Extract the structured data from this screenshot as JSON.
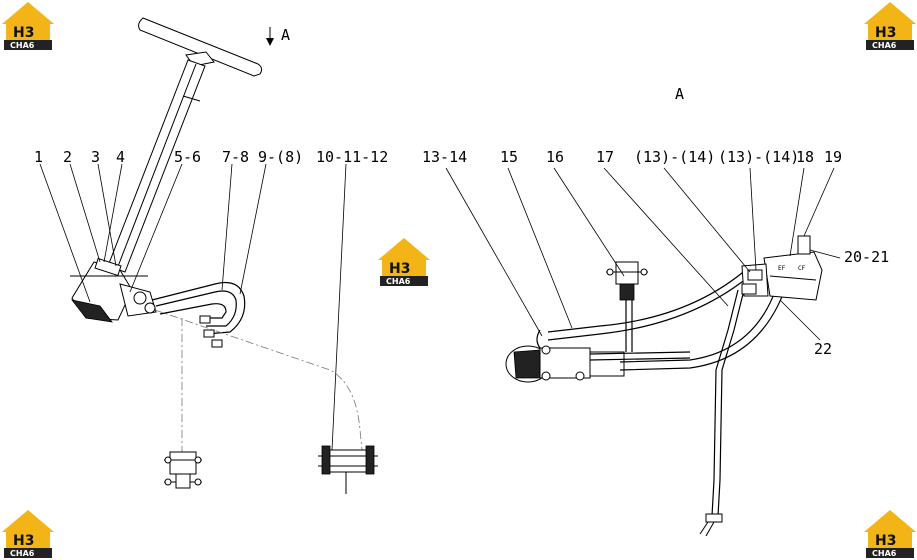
{
  "view_marks": {
    "arrow_label": "A",
    "section_label": "A"
  },
  "callouts": [
    {
      "id": "c1",
      "text": "1"
    },
    {
      "id": "c2",
      "text": "2"
    },
    {
      "id": "c3",
      "text": "3"
    },
    {
      "id": "c4",
      "text": "4"
    },
    {
      "id": "c5",
      "text": "5-6"
    },
    {
      "id": "c7",
      "text": "7-8"
    },
    {
      "id": "c9",
      "text": "9-(8)"
    },
    {
      "id": "c10",
      "text": "10-11-12"
    },
    {
      "id": "c13",
      "text": "13-14"
    },
    {
      "id": "c15",
      "text": "15"
    },
    {
      "id": "c16",
      "text": "16"
    },
    {
      "id": "c17",
      "text": "17"
    },
    {
      "id": "c13b",
      "text": "(13)-(14)"
    },
    {
      "id": "c13c",
      "text": "(13)-(14)"
    },
    {
      "id": "c18",
      "text": "18"
    },
    {
      "id": "c19",
      "text": "19"
    },
    {
      "id": "c20",
      "text": "20-21"
    },
    {
      "id": "c22",
      "text": "22"
    }
  ],
  "logo": {
    "mark": "H3",
    "wordmark": "CHA6",
    "colors": {
      "roof": "#f2b416",
      "body": "#f2b416",
      "band": "#222222",
      "mark": "#111111"
    }
  }
}
